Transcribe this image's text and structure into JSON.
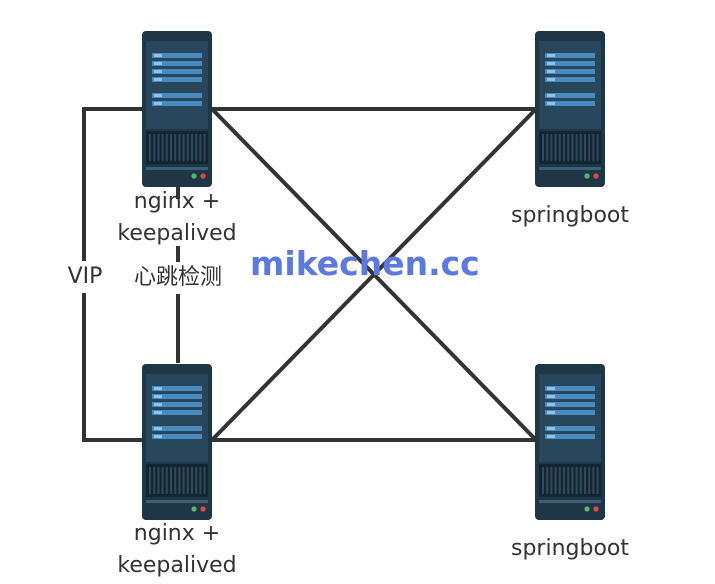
{
  "servers": [
    {
      "id": "nginx-top",
      "label_lines": [
        "nginx +",
        "keepalived"
      ]
    },
    {
      "id": "nginx-bottom",
      "label_lines": [
        "nginx +",
        "keepalived"
      ]
    },
    {
      "id": "springboot-top",
      "label_lines": [
        "springboot"
      ]
    },
    {
      "id": "springboot-bottom",
      "label_lines": [
        "springboot"
      ]
    }
  ],
  "annotations": {
    "vip": "VIP",
    "heartbeat": "心跳检测"
  },
  "watermark": "mikechen.cc",
  "colors": {
    "server_body": "#1f3646",
    "server_panel": "#28475c",
    "server_bar": "#4a8bbf",
    "server_light": "#8fc4ec",
    "led_green": "#4bbf6b",
    "led_red": "#e04848",
    "line": "#333333",
    "watermark": "#5b79e0"
  }
}
